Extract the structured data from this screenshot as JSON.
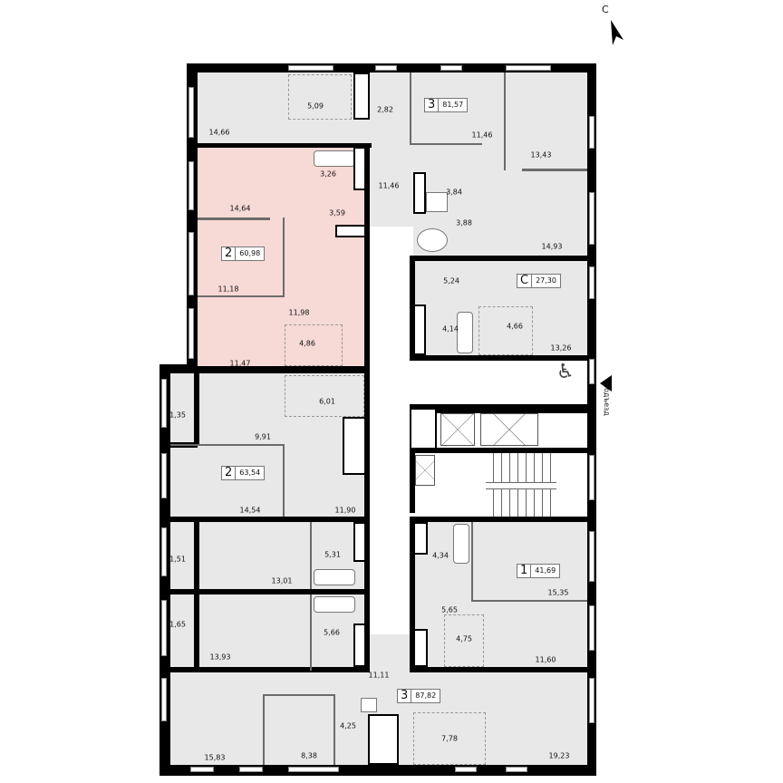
{
  "compass": {
    "label": "С",
    "icon": "north-arrow-icon"
  },
  "entrance": {
    "label": "Подъезд",
    "icon": "entrance-triangle-icon"
  },
  "accessibility": {
    "icon": "wheelchair-icon",
    "glyph": "♿"
  },
  "colors": {
    "highlight": "#f7d9d6",
    "room": "#e8e8e8",
    "wall": "#000000",
    "background": "#ffffff"
  },
  "apartments": [
    {
      "id": "apt-3-top",
      "rooms_label": "3",
      "area": "81,57"
    },
    {
      "id": "apt-2-highlighted",
      "rooms_label": "2",
      "area": "60,98",
      "highlighted": true
    },
    {
      "id": "apt-studio",
      "rooms_label": "С",
      "area": "27,30"
    },
    {
      "id": "apt-2-middle",
      "rooms_label": "2",
      "area": "63,54"
    },
    {
      "id": "apt-1",
      "rooms_label": "1",
      "area": "41,69"
    },
    {
      "id": "apt-3-bottom",
      "rooms_label": "3",
      "area": "87,82"
    }
  ],
  "rooms": {
    "top_left_living": "14,66",
    "top_kitchen": "5,09",
    "top_wc": "2,82",
    "top_bed_mid": "11,46",
    "top_hall": "11,46",
    "top_right_bed": "13,43",
    "top_bath_1": "3,84",
    "top_bath_2": "3,88",
    "right_bed_2": "14,93",
    "hl_bath": "3,26",
    "hl_bed": "14,64",
    "hl_hall": "3,59",
    "hl_bed_2": "11,18",
    "hl_living": "11,98",
    "hl_kitchen": "4,86",
    "hl_room_bottom": "11,47",
    "studio_hall": "5,24",
    "studio_bath": "4,14",
    "studio_kitchen": "4,66",
    "studio_living": "13,26",
    "mid_balcony": "1,35",
    "mid_kitchen": "6,01",
    "mid_living": "9,91",
    "mid_bed": "14,54",
    "mid_hall": "11,90",
    "l1_balcony": "1,51",
    "l1_room": "13,01",
    "l1_bath": "5,31",
    "l2_balcony": "1,65",
    "l2_room": "13,93",
    "l2_bath": "5,66",
    "a1_bath": "4,34",
    "a1_bed": "15,35",
    "a1_hall": "5,65",
    "a1_kitchen": "4,75",
    "a1_living": "11,60",
    "b_hall": "11,11",
    "b_bath": "4,25",
    "b_kitchen": "7,78",
    "b_left_bed": "15,83",
    "b_mid_bed": "8,38",
    "b_right_living": "19,23"
  }
}
